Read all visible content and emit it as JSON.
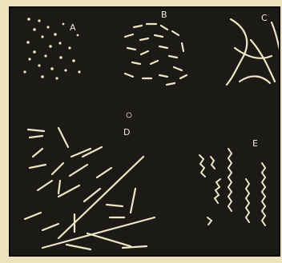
{
  "figure": {
    "panels": [
      {
        "id": "a",
        "label": "A",
        "shape": "dots"
      },
      {
        "id": "b",
        "label": "B",
        "shape": "short-dashes"
      },
      {
        "id": "c",
        "label": "C",
        "shape": "long-curved-threads"
      },
      {
        "id": "d",
        "label": "D",
        "shape": "long-rods"
      },
      {
        "id": "e",
        "label": "E",
        "shape": "wavy-spirals"
      }
    ],
    "colors": {
      "paper": "#ece2bd",
      "plate_background": "#1b1a16",
      "specimen": "#efe6c6"
    }
  }
}
